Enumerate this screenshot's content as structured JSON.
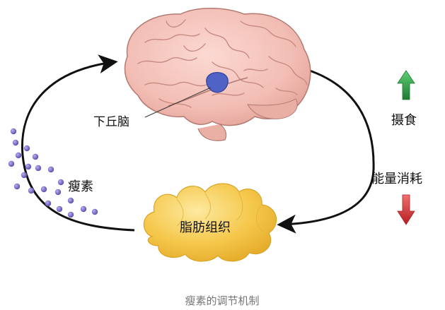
{
  "labels": {
    "hypothalamus": "下丘脑",
    "leptin": "瘦素",
    "adipose": "脂肪组织",
    "intake": "摄食",
    "expenditure": "能量消耗"
  },
  "caption": "瘦素的调节机制",
  "colors": {
    "brain_fill": "#f2bdb4",
    "brain_outline": "#b37a72",
    "hypothalamus": "#4f63c6",
    "fat_fill": "#f5c84c",
    "fat_outline": "#d9a424",
    "leptin_dot": "#7b6fc7",
    "arrow": "#111111",
    "up_arrow": "#2e9a46",
    "down_arrow": "#d6363a",
    "caption": "#777777"
  },
  "icons": {
    "up": "up-arrow-icon",
    "down": "down-arrow-icon"
  }
}
